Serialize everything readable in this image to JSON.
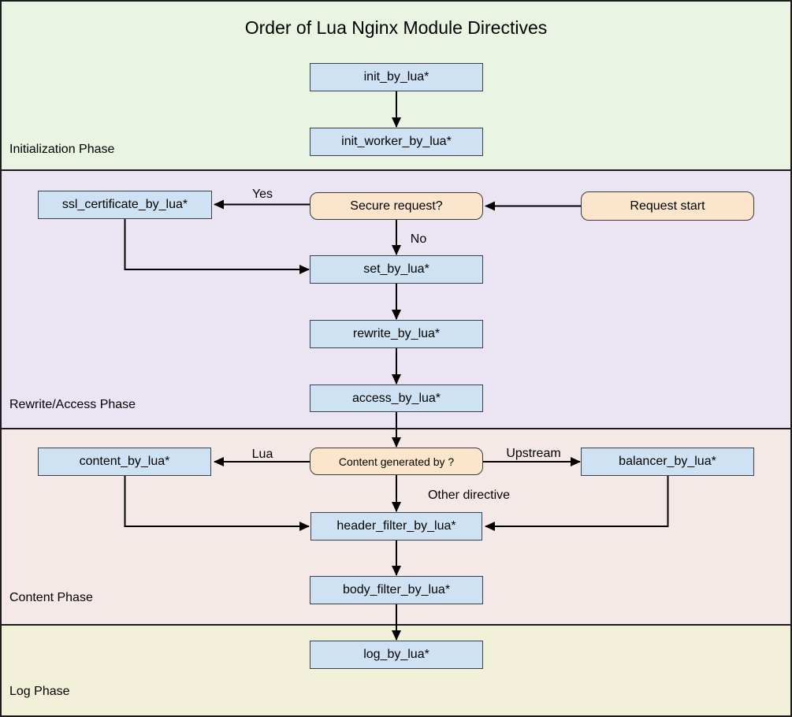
{
  "diagram": {
    "title": "Order of Lua Nginx Module Directives"
  },
  "phases": [
    {
      "label": "Initialization Phase"
    },
    {
      "label": "Rewrite/Access Phase"
    },
    {
      "label": "Content Phase"
    },
    {
      "label": "Log Phase"
    }
  ],
  "nodes": {
    "init_by_lua": {
      "label": "init_by_lua*",
      "type": "process"
    },
    "init_worker_by_lua": {
      "label": "init_worker_by_lua*",
      "type": "process"
    },
    "ssl_certificate_by_lua": {
      "label": "ssl_certificate_by_lua*",
      "type": "process"
    },
    "secure_request": {
      "label": "Secure request?",
      "type": "decision"
    },
    "request_start": {
      "label": "Request start",
      "type": "terminator"
    },
    "set_by_lua": {
      "label": "set_by_lua*",
      "type": "process"
    },
    "rewrite_by_lua": {
      "label": "rewrite_by_lua*",
      "type": "process"
    },
    "access_by_lua": {
      "label": "access_by_lua*",
      "type": "process"
    },
    "content_generated_by": {
      "label": "Content generated by ?",
      "type": "decision"
    },
    "content_by_lua": {
      "label": "content_by_lua*",
      "type": "process"
    },
    "balancer_by_lua": {
      "label": "balancer_by_lua*",
      "type": "process"
    },
    "header_filter_by_lua": {
      "label": "header_filter_by_lua*",
      "type": "process"
    },
    "body_filter_by_lua": {
      "label": "body_filter_by_lua*",
      "type": "process"
    },
    "log_by_lua": {
      "label": "log_by_lua*",
      "type": "process"
    }
  },
  "edge_labels": {
    "yes": "Yes",
    "no": "No",
    "lua": "Lua",
    "upstream": "Upstream",
    "other_directive": "Other directive"
  },
  "colors": {
    "initialization_bg": "#e9f4e3",
    "rewrite_access_bg": "#ebe5f3",
    "content_bg": "#f5e9e8",
    "log_bg": "#f2f0d8",
    "process_fill": "#cfe2f3",
    "process_border": "#38414d",
    "decision_fill": "#fce5cd",
    "decision_border": "#3a3a3a",
    "section_border": "#1c1c1c",
    "arrow": "#000000"
  }
}
